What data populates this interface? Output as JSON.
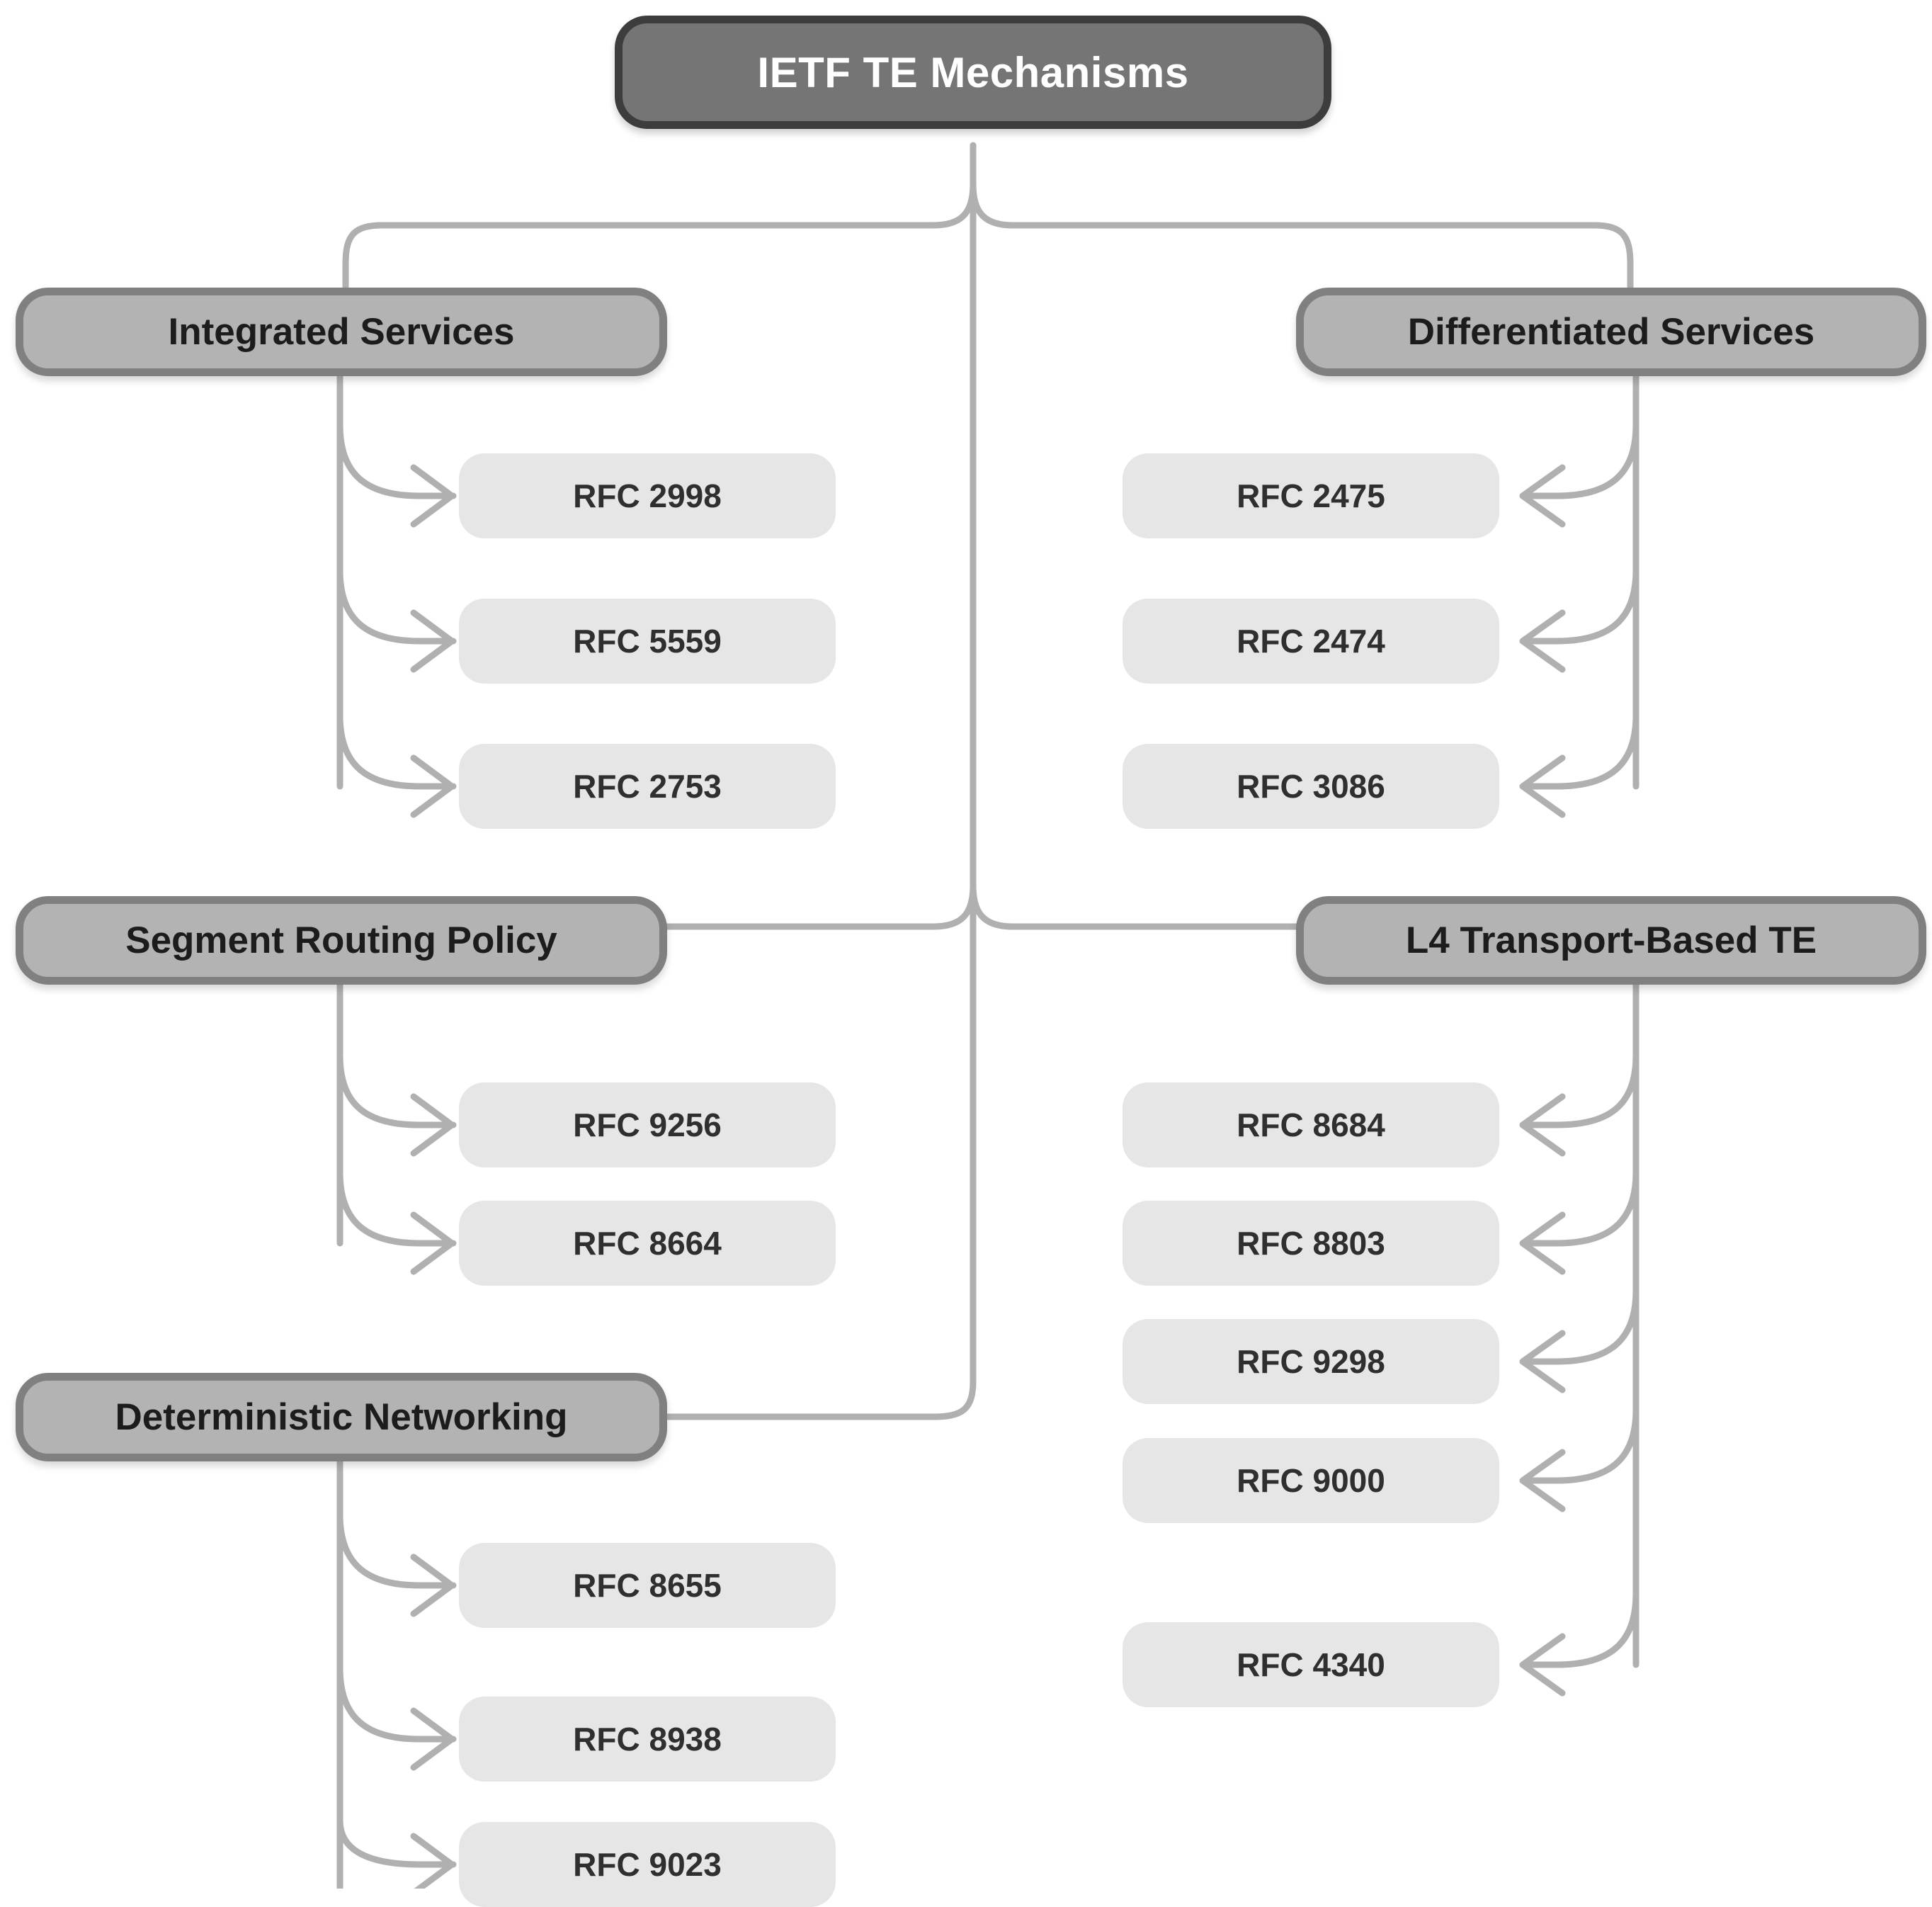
{
  "diagram": {
    "title": "IETF TE Mechanisms",
    "type": "hierarchy-tree",
    "colors": {
      "root_fill": "#757575",
      "root_border": "#3d3d3d",
      "root_text": "#ffffff",
      "category_fill": "#b3b3b3",
      "category_border": "#808080",
      "category_text": "#1c1c1c",
      "leaf_fill": "#e6e6e6",
      "leaf_text": "#2f2f2f",
      "edge": "#b0b0b0",
      "background": "#ffffff"
    }
  },
  "root": {
    "label": "IETF TE Mechanisms"
  },
  "categories": [
    {
      "id": "integrated-services",
      "label": "Integrated Services",
      "side": "left",
      "children": [
        {
          "label": "RFC 2998"
        },
        {
          "label": "RFC 5559"
        },
        {
          "label": "RFC 2753"
        }
      ]
    },
    {
      "id": "differentiated-services",
      "label": "Differentiated Services",
      "side": "right",
      "children": [
        {
          "label": "RFC 2475"
        },
        {
          "label": "RFC 2474"
        },
        {
          "label": "RFC 3086"
        }
      ]
    },
    {
      "id": "segment-routing-policy",
      "label": "Segment Routing Policy",
      "side": "left",
      "children": [
        {
          "label": "RFC 9256"
        },
        {
          "label": "RFC 8664"
        }
      ]
    },
    {
      "id": "l4-transport-based-te",
      "label": "L4 Transport-Based TE",
      "side": "right",
      "children": [
        {
          "label": "RFC 8684"
        },
        {
          "label": "RFC 8803"
        },
        {
          "label": "RFC 9298"
        },
        {
          "label": "RFC 9000"
        },
        {
          "label": "RFC 4340"
        }
      ]
    },
    {
      "id": "deterministic-networking",
      "label": "Deterministic Networking",
      "side": "left",
      "children": [
        {
          "label": "RFC 8655"
        },
        {
          "label": "RFC 8938"
        },
        {
          "label": "RFC 9023"
        }
      ]
    }
  ]
}
